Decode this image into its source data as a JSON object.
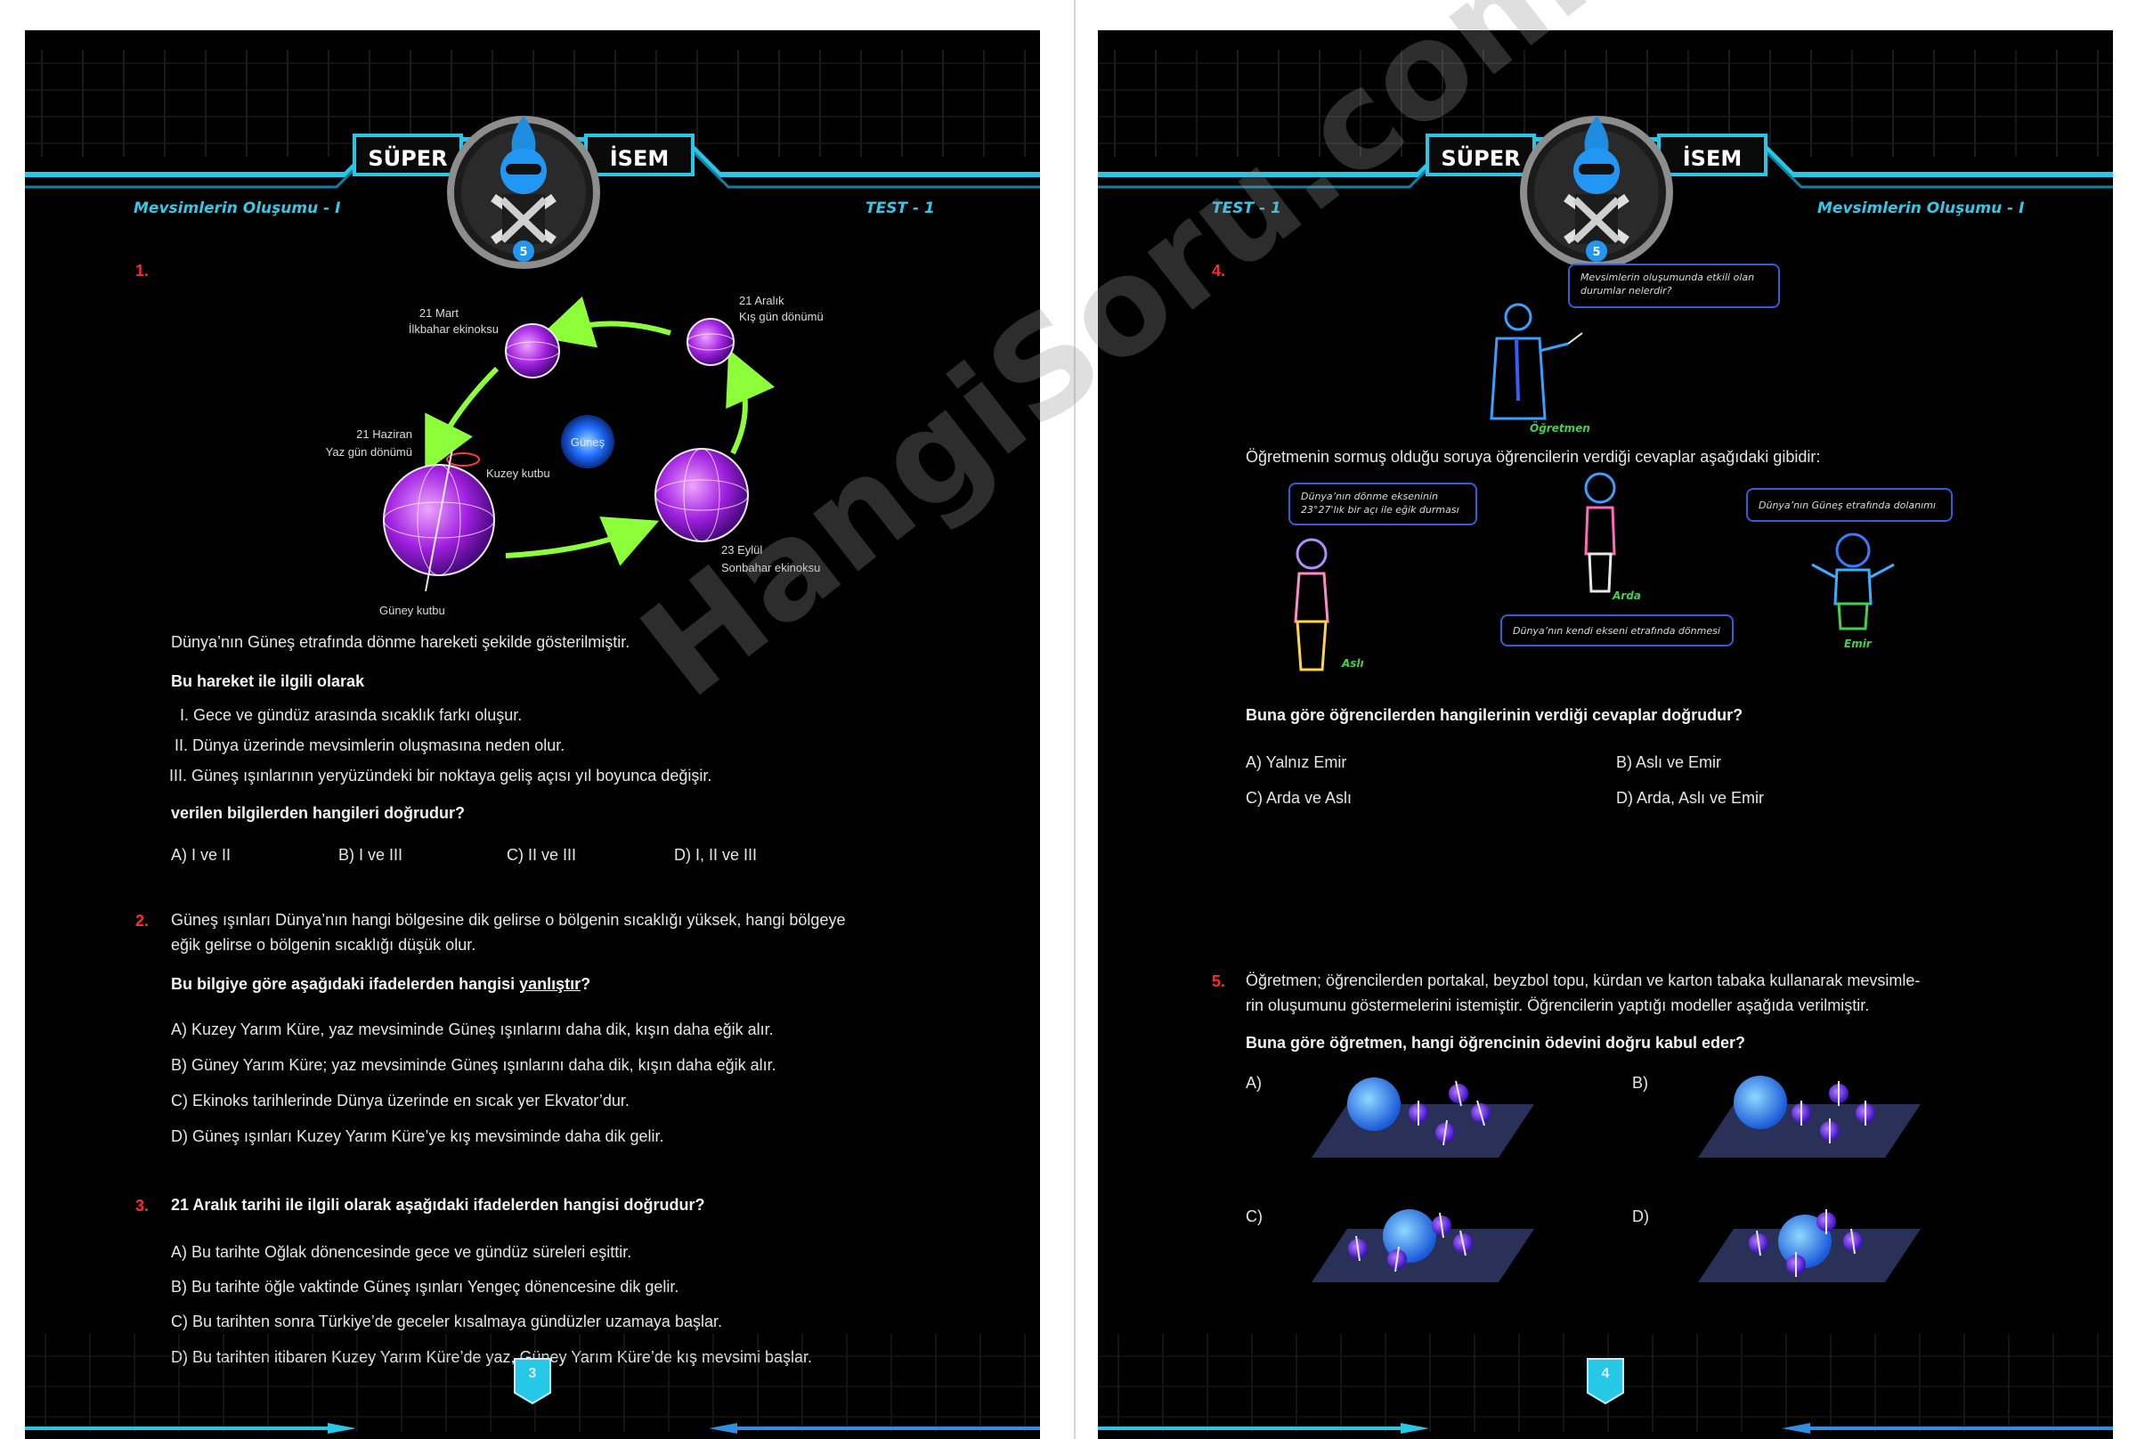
{
  "header": {
    "logo_left": "SÜPER",
    "logo_right": "İSEM",
    "logo_badge": "5"
  },
  "left_page": {
    "title": "Mevsimlerin Oluşumu - I",
    "test": "TEST - 1",
    "page_number": "3",
    "q1": {
      "number": "1.",
      "figure": {
        "march": [
          "21 Mart",
          "İlkbahar ekinoksu"
        ],
        "december": [
          "21 Aralık",
          "Kış gün dönümü"
        ],
        "june": [
          "21 Haziran",
          "Yaz gün dönümü"
        ],
        "september": [
          "23 Eylül",
          "Sonbahar ekinoksu"
        ],
        "sun": "Güneş",
        "north_pole": "Kuzey kutbu",
        "south_pole": "Güney kutbu"
      },
      "intro": "Dünya’nın Güneş etrafında dönme hareketi şekilde gösterilmiştir.",
      "lead": "Bu hareket ile ilgili olarak",
      "statements": [
        {
          "num": "I.",
          "text": "Gece ve gündüz arasında sıcaklık farkı oluşur."
        },
        {
          "num": "II.",
          "text": "Dünya üzerinde mevsimlerin oluşmasına neden olur."
        },
        {
          "num": "III.",
          "text": "Güneş ışınlarının yeryüzündeki bir noktaya geliş açısı yıl boyunca değişir."
        }
      ],
      "question": "verilen bilgilerden hangileri doğrudur?",
      "options": [
        "A) I ve II",
        "B) I ve III",
        "C) II ve III",
        "D) I, II ve III"
      ]
    },
    "q2": {
      "number": "2.",
      "text_line1": "Güneş ışınları Dünya’nın hangi bölgesine dik gelirse o bölgenin sıcaklığı yüksek, hangi bölgeye",
      "text_line2": "eğik gelirse o bölgenin sıcaklığı düşük olur.",
      "question_pre": "Bu bilgiye göre aşağıdaki ifadelerden hangisi ",
      "question_underlined": "yanlıştır",
      "question_post": "?",
      "options": [
        "A) Kuzey Yarım Küre, yaz mevsiminde Güneş ışınlarını daha dik, kışın daha eğik alır.",
        "B) Güney Yarım Küre; yaz mevsiminde Güneş ışınlarını daha dik, kışın daha eğik alır.",
        "C) Ekinoks tarihlerinde Dünya üzerinde en sıcak yer Ekvator’dur.",
        "D) Güneş ışınları Kuzey Yarım Küre’ye kış mevsiminde daha dik gelir."
      ]
    },
    "q3": {
      "number": "3.",
      "question": "21 Aralık tarihi ile ilgili olarak aşağıdaki ifadelerden hangisi doğrudur?",
      "options": [
        "A) Bu tarihte Oğlak dönencesinde gece ve gündüz süreleri eşittir.",
        "B) Bu tarihte öğle vaktinde Güneş ışınları Yengeç dönencesine dik gelir.",
        "C) Bu tarihten sonra Türkiye’de geceler kısalmaya gündüzler uzamaya başlar.",
        "D) Bu tarihten itibaren Kuzey Yarım Küre’de yaz, Güney Yarım Küre’de kış mevsimi başlar."
      ]
    }
  },
  "right_page": {
    "title": "Mevsimlerin Oluşumu - I",
    "test": "TEST - 1",
    "page_number": "4",
    "q4": {
      "number": "4.",
      "teacher_bubble": [
        "Mevsimlerin oluşumunda etkili olan",
        "durumlar nelerdir?"
      ],
      "teacher_label": "Öğretmen",
      "intro": "Öğretmenin sormuş olduğu soruya öğrencilerin verdiği cevaplar aşağıdaki gibidir:",
      "asli_bubble": [
        "Dünya’nın dönme ekseninin",
        "23°27'lık bir açı ile eğik durması"
      ],
      "asli_label": "Aslı",
      "arda_bubble": "Dünya’nın kendi ekseni etrafında dönmesi",
      "arda_label": "Arda",
      "emir_bubble": "Dünya’nın Güneş etrafında dolanımı",
      "emir_label": "Emir",
      "question": "Buna göre öğrencilerden hangilerinin verdiği cevaplar doğrudur?",
      "options": [
        "A) Yalnız Emir",
        "B) Aslı ve Emir",
        "C) Arda ve Aslı",
        "D) Arda, Aslı ve Emir"
      ]
    },
    "q5": {
      "number": "5.",
      "text_line1": "Öğretmen; öğrencilerden portakal, beyzbol topu, kürdan ve karton tabaka kullanarak mevsimle-",
      "text_line2": "rin oluşumunu göstermelerini istemiştir. Öğrencilerin yaptığı modeller aşağıda verilmiştir.",
      "question": "Buna göre öğretmen, hangi öğrencinin ödevini doğru kabul eder?",
      "option_labels": [
        "A)",
        "B)",
        "C)",
        "D)"
      ]
    }
  },
  "watermark": "HangiSoru.com",
  "colors": {
    "accent_cyan": "#35c8e6",
    "question_red": "#ff2a2a",
    "label_green": "#43d14b",
    "bubble_blue": "#2f5fd6"
  }
}
